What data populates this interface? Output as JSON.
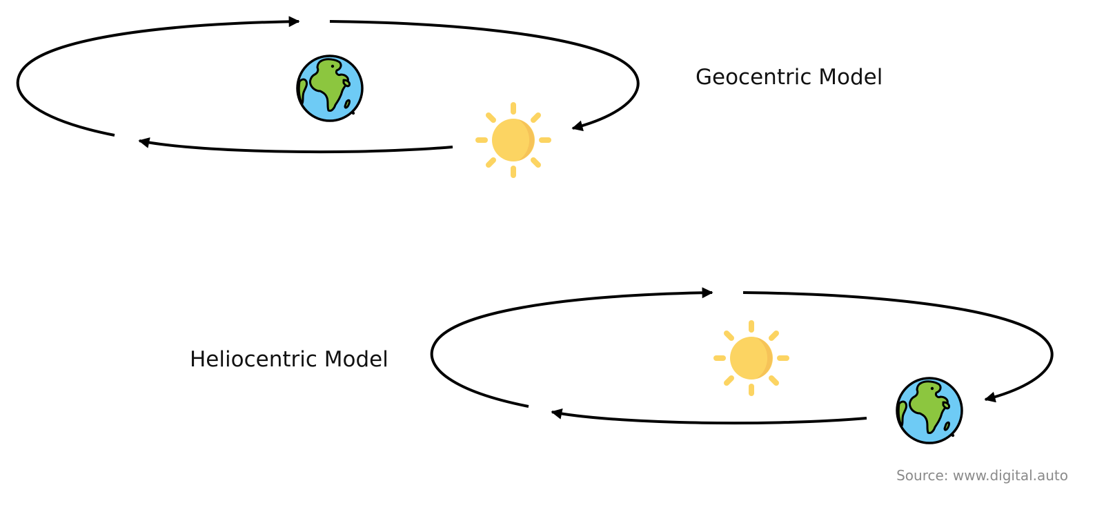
{
  "diagram": {
    "geocentric_title": "Geocentric Model",
    "heliocentric_title": "Heliocentric Model",
    "source": "Source: www.digital.auto"
  },
  "colors": {
    "orbit": "#000000",
    "ocean": "#6ECBF5",
    "land": "#8CC63F",
    "sun": "#FCD462",
    "sun_shade": "#F6C358",
    "outline": "#000000",
    "label": "#111111",
    "source": "#8A8A8A"
  },
  "icons": [
    "earth-icon",
    "sun-icon",
    "arrow-head-icon"
  ]
}
